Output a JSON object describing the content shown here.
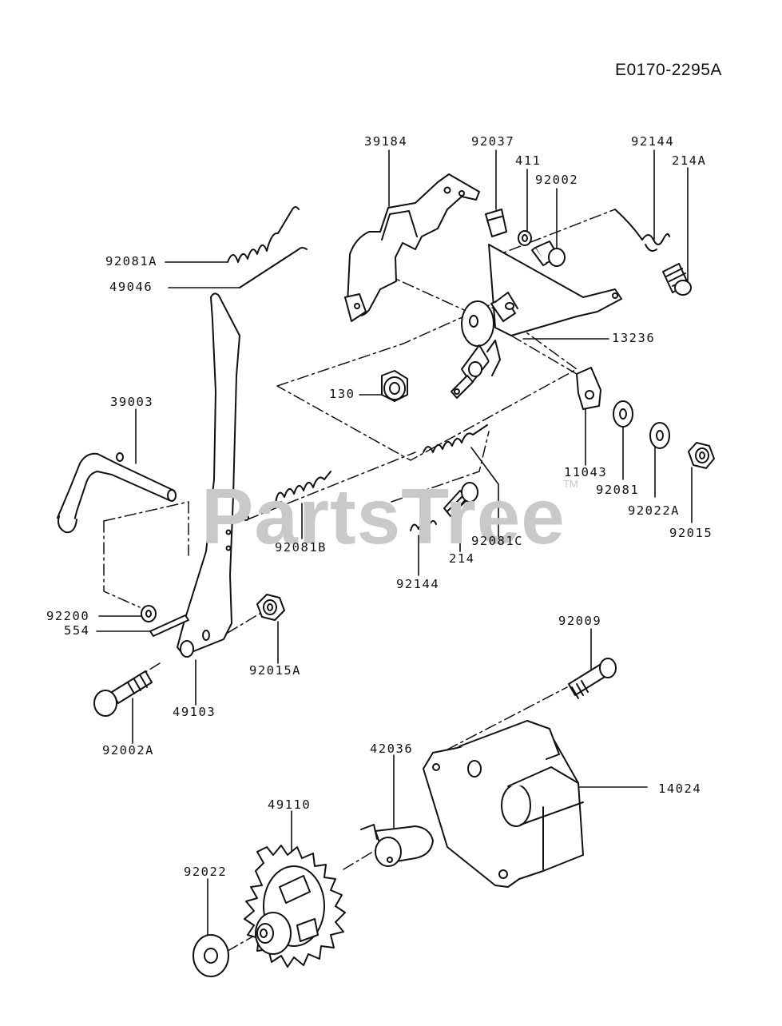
{
  "document_id": "E0170-2295A",
  "watermark": "PartsTree",
  "watermark_tm": "TM",
  "labels": [
    {
      "id": "39184"
    },
    {
      "id": "92037"
    },
    {
      "id": "411"
    },
    {
      "id": "92002"
    },
    {
      "id": "92144"
    },
    {
      "id": "214A"
    },
    {
      "id": "92081A"
    },
    {
      "id": "49046"
    },
    {
      "id": "13236"
    },
    {
      "id": "130"
    },
    {
      "id": "39003"
    },
    {
      "id": "11043"
    },
    {
      "id": "92081"
    },
    {
      "id": "92022A"
    },
    {
      "id": "92015"
    },
    {
      "id": "92081B"
    },
    {
      "id": "92081C"
    },
    {
      "id": "214"
    },
    {
      "id": "92144"
    },
    {
      "id": "92200"
    },
    {
      "id": "554"
    },
    {
      "id": "92015A"
    },
    {
      "id": "49103"
    },
    {
      "id": "92002A"
    },
    {
      "id": "92009"
    },
    {
      "id": "42036"
    },
    {
      "id": "14024"
    },
    {
      "id": "49110"
    },
    {
      "id": "92022"
    }
  ]
}
